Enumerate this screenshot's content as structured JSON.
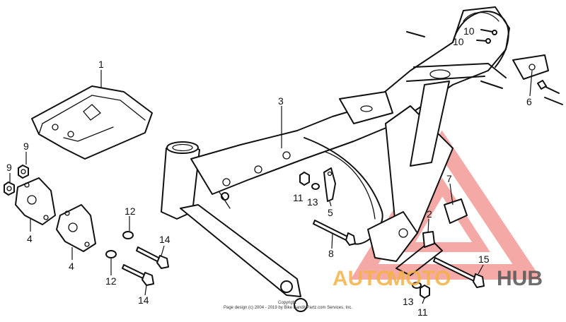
{
  "diagram": {
    "callouts": {
      "c1": "1",
      "c2": "2",
      "c3": "3",
      "c4a": "4",
      "c4b": "4",
      "c5": "5",
      "c6": "6",
      "c7": "7",
      "c8": "8",
      "c9a": "9",
      "c9b": "9",
      "c10a": "10",
      "c10b": "10",
      "c11a": "11",
      "c11b": "11",
      "c12a": "12",
      "c12b": "12",
      "c13a": "13",
      "c13b": "13",
      "c14a": "14",
      "c14b": "14",
      "c15": "15"
    },
    "copyright_line1": "Copyright",
    "copyright_line2": "Page design (c) 2004 - 2019 by Bike Bandit Partz.com Services, Inc."
  },
  "watermark": {
    "text_auto": "AUTO",
    "text_moto": "MOTO",
    "text_hub": "HUB",
    "colors": {
      "orange": "#f4b247",
      "red": "#e8423c",
      "gray": "#555555"
    }
  }
}
